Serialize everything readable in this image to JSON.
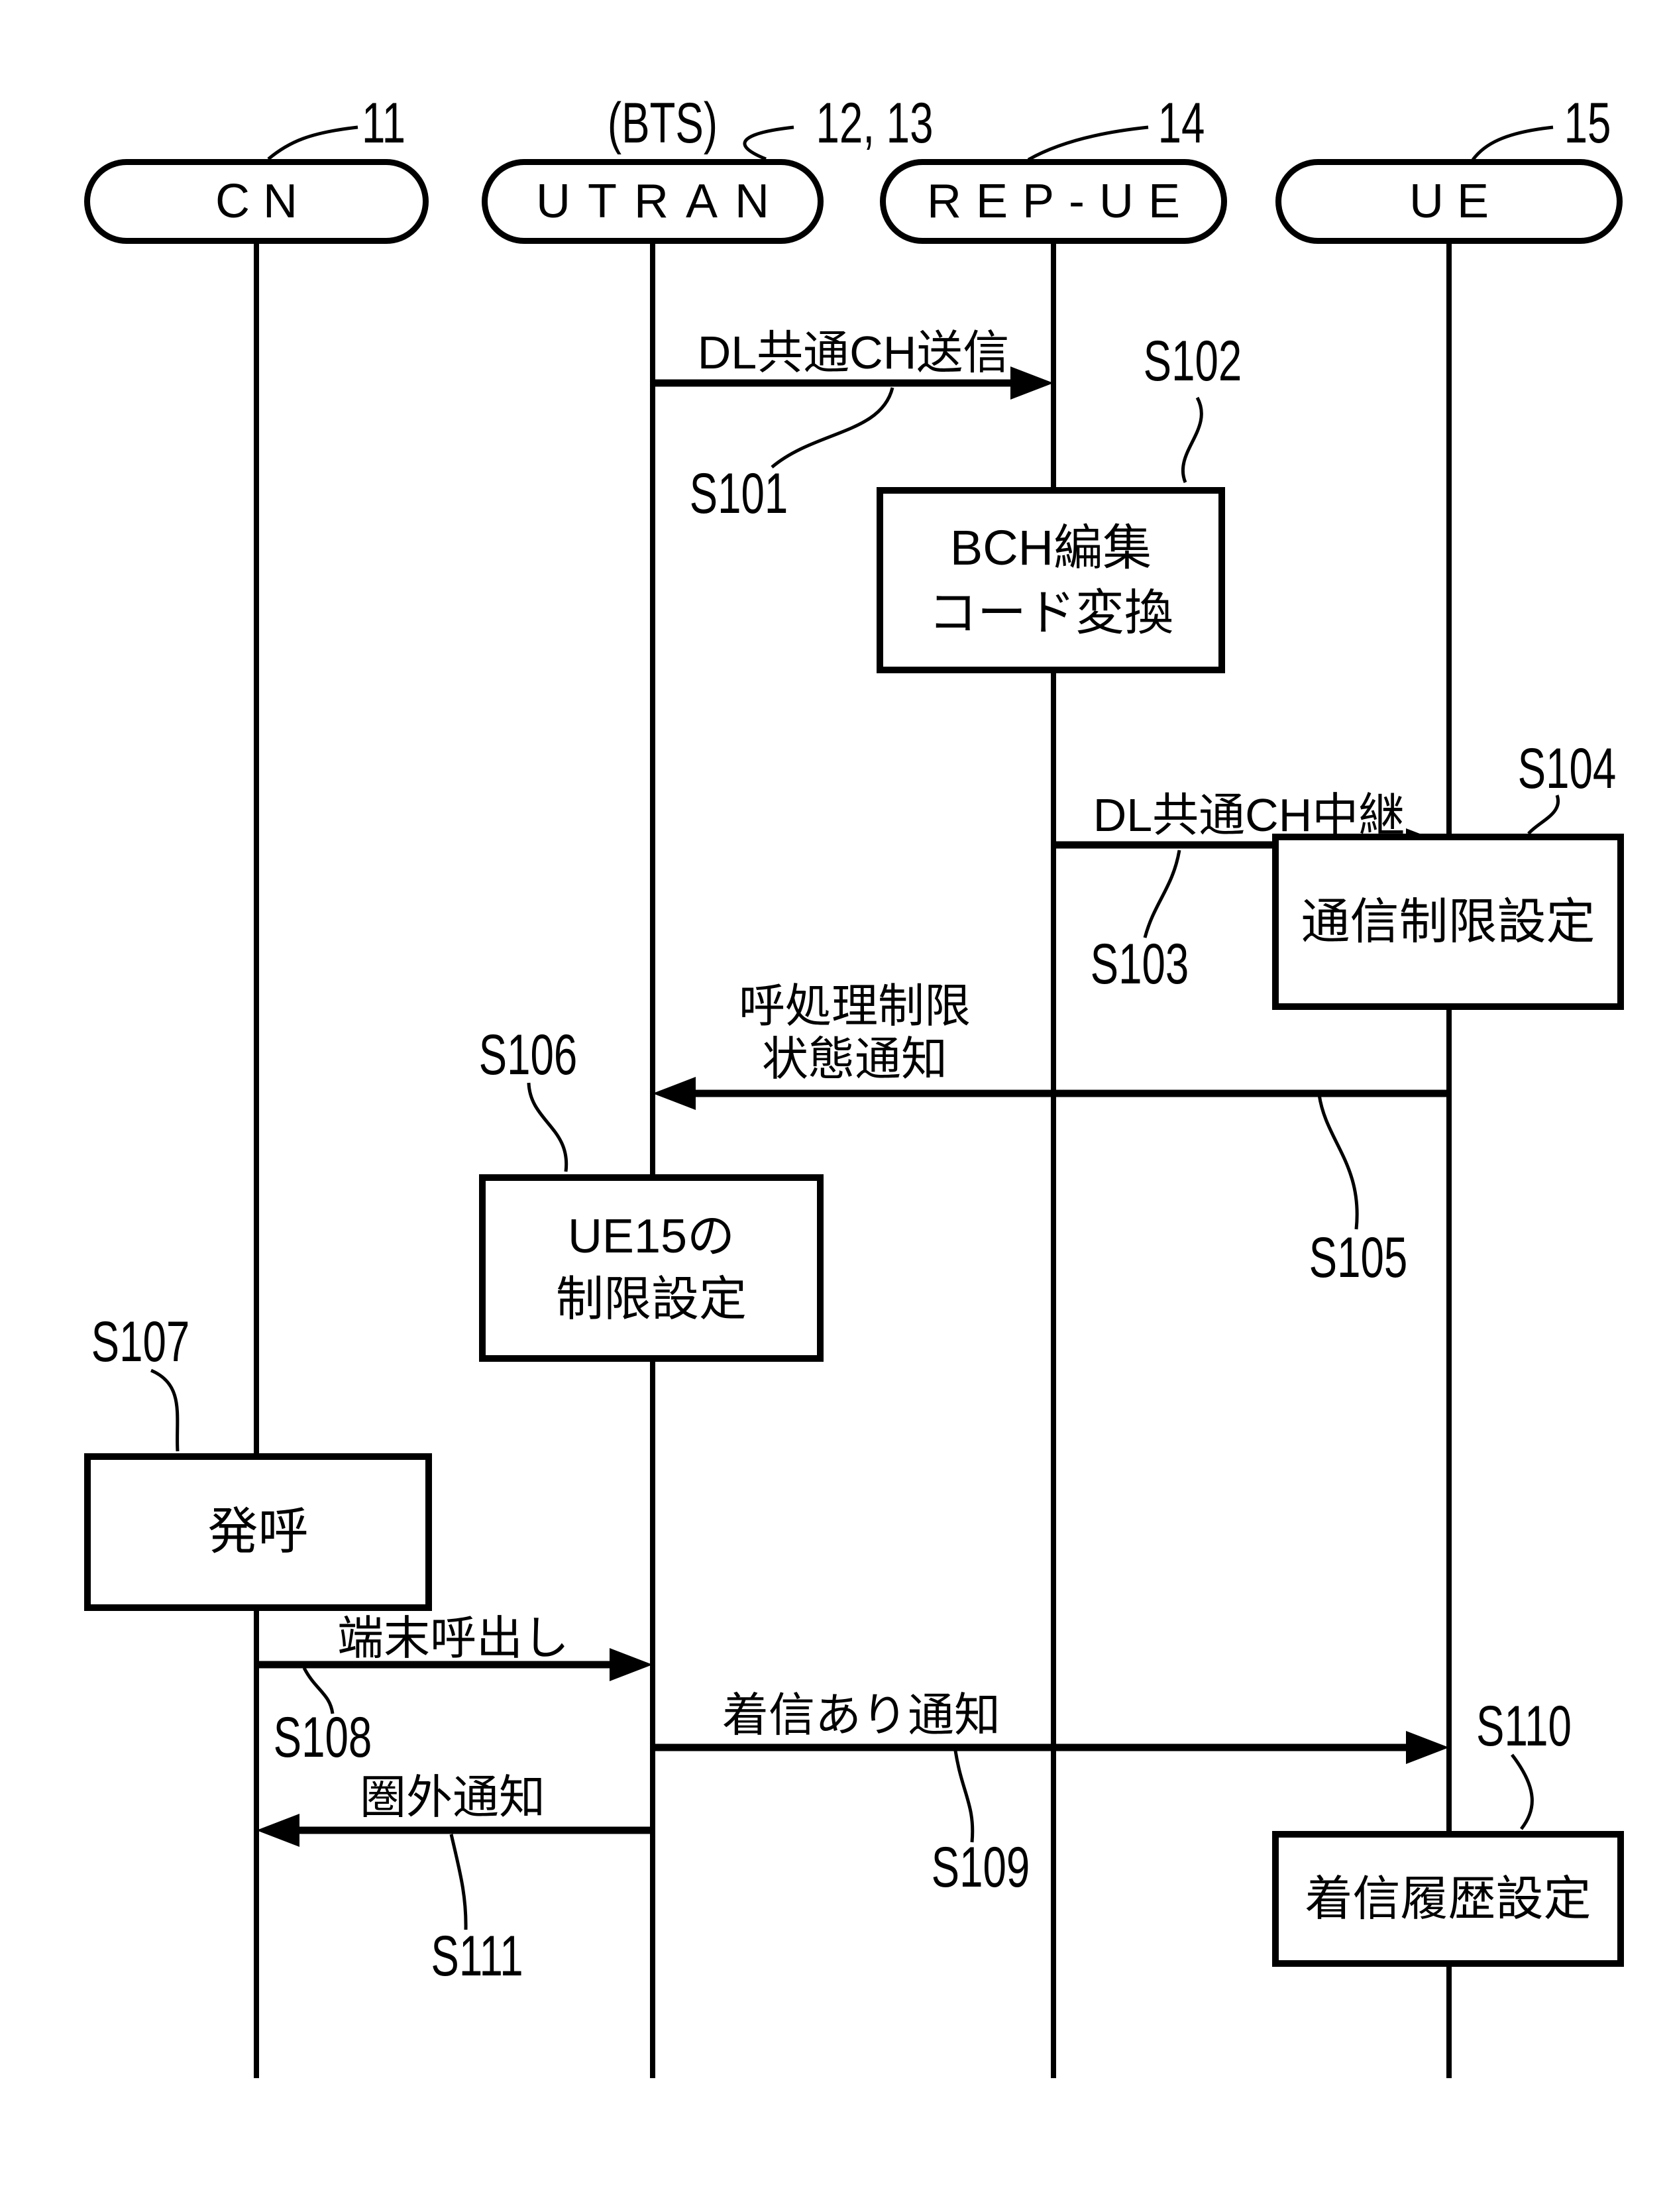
{
  "figure": {
    "kind": "patent message sequence chart",
    "background": "#ffffff",
    "ink": "#000000"
  },
  "actors": [
    {
      "label": "CN",
      "ref": "11"
    },
    {
      "label": "UTRAN",
      "ref": "12, 13",
      "sublabel": "(BTS)"
    },
    {
      "label": "REP-UE",
      "ref": "14"
    },
    {
      "label": "UE",
      "ref": "15"
    }
  ],
  "messages": [
    {
      "step": "S101",
      "label": "DL共通CH送信",
      "from": "UTRAN",
      "to": "REP-UE",
      "direction": "right"
    },
    {
      "step": "S103",
      "label": "DL共通CH中継",
      "from": "REP-UE",
      "to": "UE",
      "direction": "right"
    },
    {
      "step": "S105",
      "label_lines": [
        "呼処理制限",
        "状態通知"
      ],
      "from": "UE",
      "to": "UTRAN",
      "direction": "left"
    },
    {
      "step": "S108",
      "label": "端末呼出し",
      "from": "CN",
      "to": "UTRAN",
      "direction": "right"
    },
    {
      "step": "S109",
      "label": "着信あり通知",
      "from": "UTRAN",
      "to": "UE",
      "direction": "right"
    },
    {
      "step": "S111",
      "label": "圏外通知",
      "from": "UTRAN",
      "to": "CN",
      "direction": "left"
    }
  ],
  "actions": [
    {
      "step": "S102",
      "lines": [
        "BCH編集",
        "コード変換"
      ],
      "actor": "REP-UE"
    },
    {
      "step": "S104",
      "lines": [
        "通信制限設定"
      ],
      "actor": "UE"
    },
    {
      "step": "S106",
      "lines": [
        "UE15の",
        "制限設定"
      ],
      "actor": "UTRAN"
    },
    {
      "step": "S107",
      "lines": [
        "発呼"
      ],
      "actor": "CN"
    },
    {
      "step": "S110",
      "lines": [
        "着信履歴設定"
      ],
      "actor": "UE"
    }
  ]
}
